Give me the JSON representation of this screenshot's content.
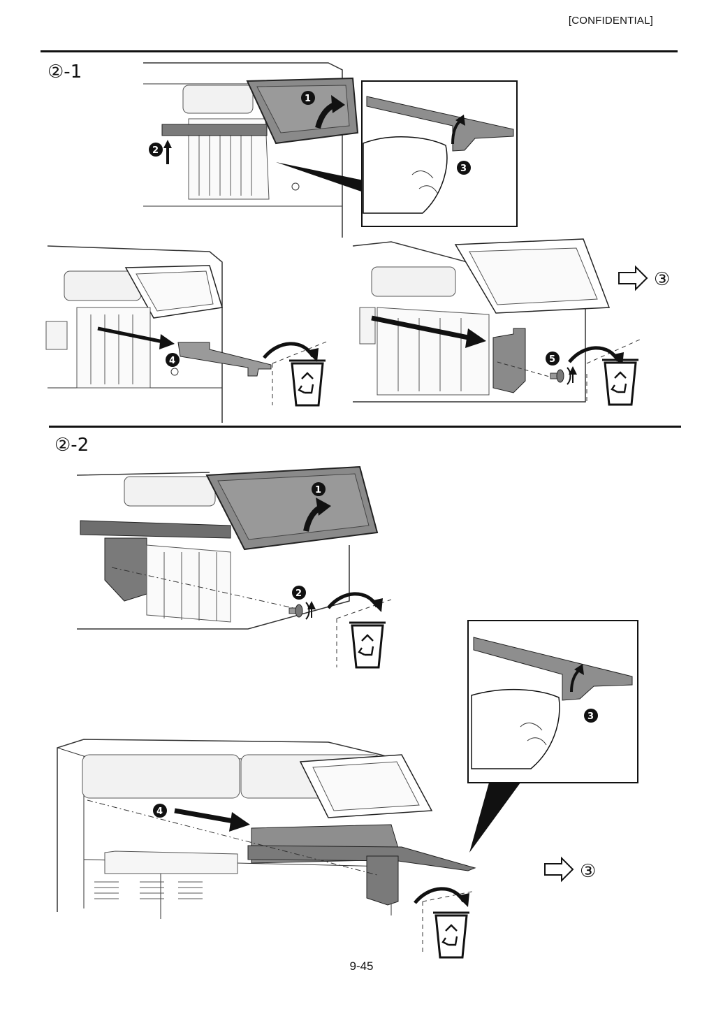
{
  "header": {
    "confidential": "[CONFIDENTIAL]"
  },
  "sections": [
    {
      "label": "②-1",
      "steps": [
        "1",
        "2",
        "3",
        "4",
        "5"
      ],
      "next": "③"
    },
    {
      "label": "②-2",
      "steps": [
        "1",
        "2",
        "3",
        "4"
      ],
      "next": "③"
    }
  ],
  "icons": [
    "recycle-bin-icon",
    "next-arrow-icon",
    "screw-icon",
    "hand-icon"
  ],
  "footer": {
    "page_number": "9-45"
  }
}
